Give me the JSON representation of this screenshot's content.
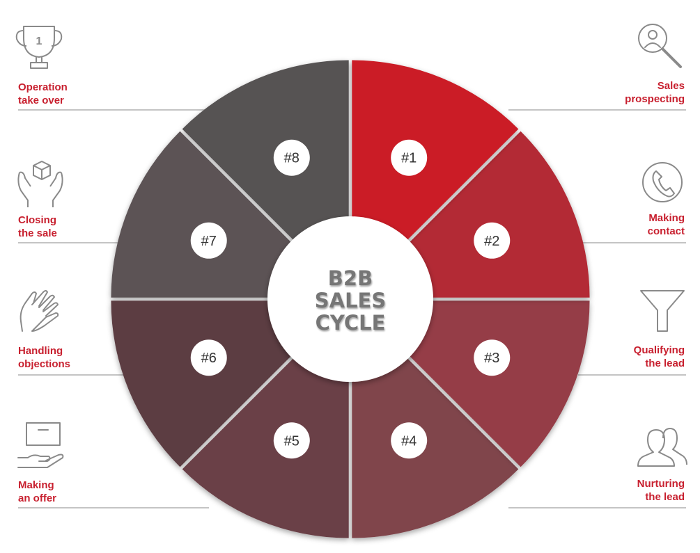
{
  "title": [
    "B2B",
    "SALES",
    "CYCLE"
  ],
  "segments": [
    {
      "label": "#1",
      "color": "#cb1f27"
    },
    {
      "label": "#2",
      "color": "#b32934"
    },
    {
      "label": "#3",
      "color": "#953e47"
    },
    {
      "label": "#4",
      "color": "#80444c"
    },
    {
      "label": "#5",
      "color": "#6b3f46"
    },
    {
      "label": "#6",
      "color": "#5c3d43"
    },
    {
      "label": "#7",
      "color": "#5b5254"
    },
    {
      "label": "#8",
      "color": "#575253"
    }
  ],
  "steps_left": [
    {
      "text": "Operation\ntake over",
      "icon": "trophy-icon"
    },
    {
      "text": "Closing\nthe sale",
      "icon": "hands-box-icon"
    },
    {
      "text": "Handling\nobjections",
      "icon": "hand-icon"
    },
    {
      "text": "Making\nan offer",
      "icon": "offer-box-icon"
    }
  ],
  "steps_right": [
    {
      "text": "Sales\nprospecting",
      "icon": "search-person-icon"
    },
    {
      "text": "Making\ncontact",
      "icon": "phone-icon"
    },
    {
      "text": "Qualifying\nthe  lead",
      "icon": "funnel-icon"
    },
    {
      "text": "Nurturing\nthe lead",
      "icon": "people-icon"
    }
  ],
  "trophy_number": "1",
  "colors": {
    "accent": "#c8202f",
    "line": "#c4c4c4",
    "icon": "#8a8a8a"
  }
}
